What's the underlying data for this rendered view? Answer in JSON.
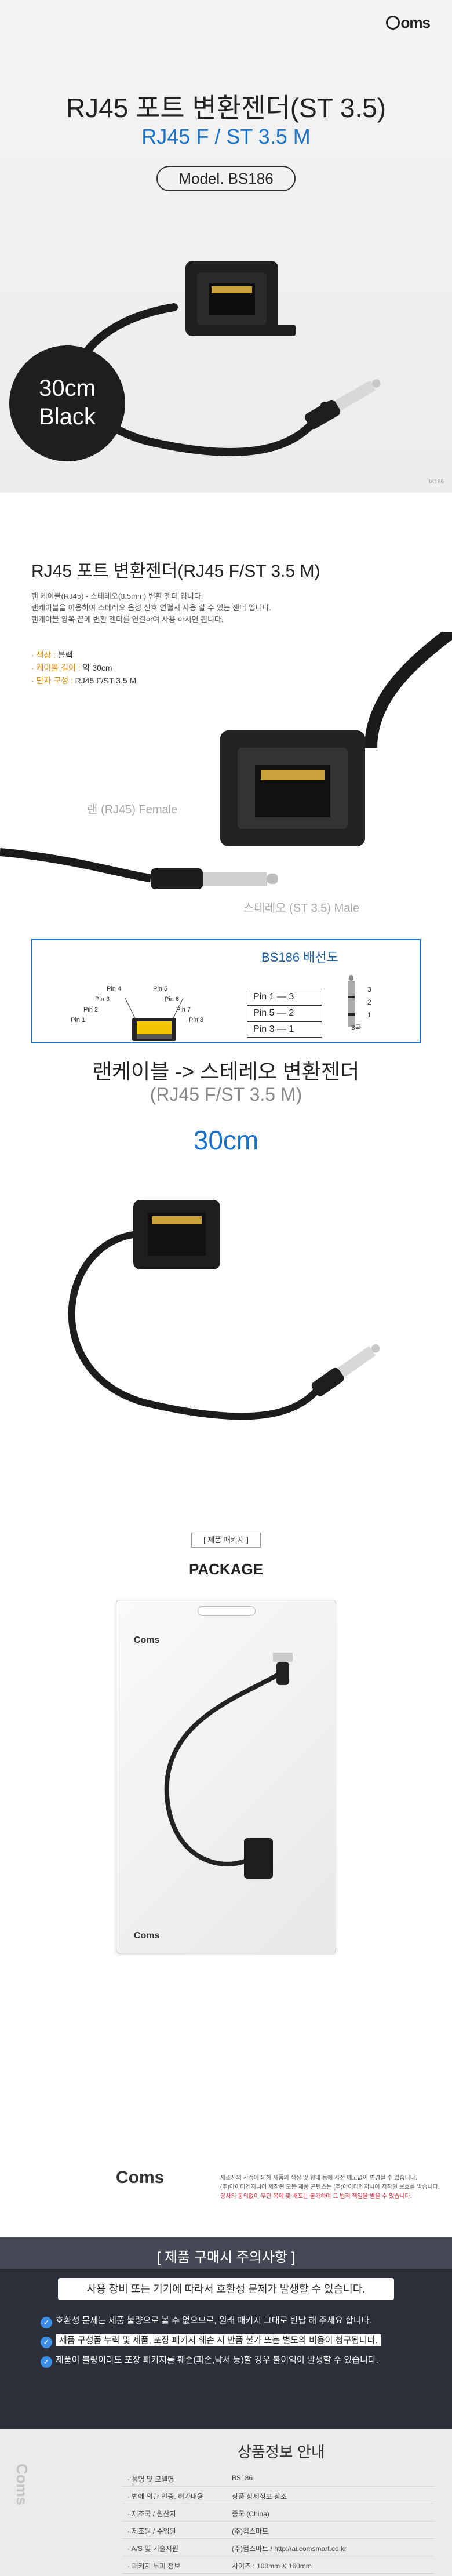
{
  "hero": {
    "brand": "oms",
    "title": "RJ45 포트 변환젠더(ST 3.5)",
    "subtitle": "RJ45 F /  ST 3.5 M",
    "model": "Model. BS186",
    "length_line1": "30cm",
    "length_line2": "Black",
    "code": "IK186"
  },
  "desc": {
    "title": "RJ45 포트 변환젠더(RJ45 F/ST 3.5 M)",
    "paragraphs": [
      "랜 케이블(RJ45) - 스테레오(3.5mm) 변환 젠더 입니다.",
      "랜케이블을 이용하여 스테레오 음성 신호 연결시 사용 할 수 있는 젠더 입니다.",
      "랜케이블 양쪽 끝에 변환 젠더를 연결하여 사용 하시면 됩니다."
    ],
    "specs": [
      {
        "k": "· 색상 : ",
        "v": "블랙"
      },
      {
        "k": "· 케이블 길이 : ",
        "v": "약 30cm"
      },
      {
        "k": "· 단자 구성 : ",
        "v": "RJ45 F/ST 3.5 M"
      }
    ],
    "label_female": "랜 (RJ45) Female",
    "label_male": "스테레오 (ST 3.5) Male"
  },
  "diagram": {
    "title": "BS186 배선도",
    "pins_top": [
      "Pin 4",
      "Pin 5"
    ],
    "pins_mid1": [
      "Pin 3",
      "Pin 6"
    ],
    "pins_mid2": [
      "Pin 2",
      "Pin 7"
    ],
    "pins_bottom": [
      "Pin 1",
      "Pin 8"
    ],
    "mapping": [
      "Pin 1 — 3",
      "Pin 5 — 2",
      "Pin 3 — 1"
    ],
    "plug_nums": [
      "3",
      "2",
      "1"
    ],
    "plug_caption": "3극"
  },
  "adapter": {
    "title": "랜케이블 -> 스테레오 변환젠더",
    "subtitle": "(RJ45 F/ST 3.5 M)",
    "length": "30cm"
  },
  "package": {
    "tag": "[ 제품 패키지 ]",
    "title": "PACKAGE",
    "bag_brand": "Coms",
    "notes": [
      "제조사의 사정에 의해 제품의 색상 및 형태 등에 사전 예고없이 변경될 수 있습니다.",
      "(주)아이티엔지니어 제작된 모든 제품 콘텐츠는 (주)아이티엔지니어 저작권 보호를 받습니다.",
      "당사의 동의없이 무단 복제 및 배포는 불가하며 그 법적 책임을 받을 수 있습니다."
    ]
  },
  "caution": {
    "title": "[ 제품 구매시 주의사항 ]",
    "main": "사용 장비 또는 기기에 따라서 호환성 문제가 발생할 수 있습니다.",
    "lines": [
      "호환성 문제는 제품 불량으로 볼 수 없으므로, 원래 패키지 그대로 반납 해 주세요 합니다.",
      "제품 구성품 누락 및 제품, 포장 패키지 훼손 시 반품 불가 또는 별도의 비용이 청구됩니다.",
      "제품이 불량이라도 포장 패키지를 훼손(파손,낙서 등)할 경우 불이익이 발생할 수 있습니다."
    ]
  },
  "info": {
    "side": "Coms",
    "title": "상품정보 안내",
    "rows": [
      {
        "k": "· 품명 및 모델명",
        "v": "BS186"
      },
      {
        "k": "· 법에 의한 인증, 허가내용",
        "v": "상품 상세정보 참조"
      },
      {
        "k": "· 제조국 / 원산지",
        "v": "중국 (China)"
      },
      {
        "k": "· 제조원 / 수입원",
        "v": "(주)컴스마트"
      },
      {
        "k": "· A/S 및 기술지원",
        "v": "(주)컴스마트 / http://ai.comsmart.co.kr"
      },
      {
        "k": "· 패키지 부피 정보",
        "v": "사이즈 : 100mm X 160mm"
      }
    ]
  }
}
